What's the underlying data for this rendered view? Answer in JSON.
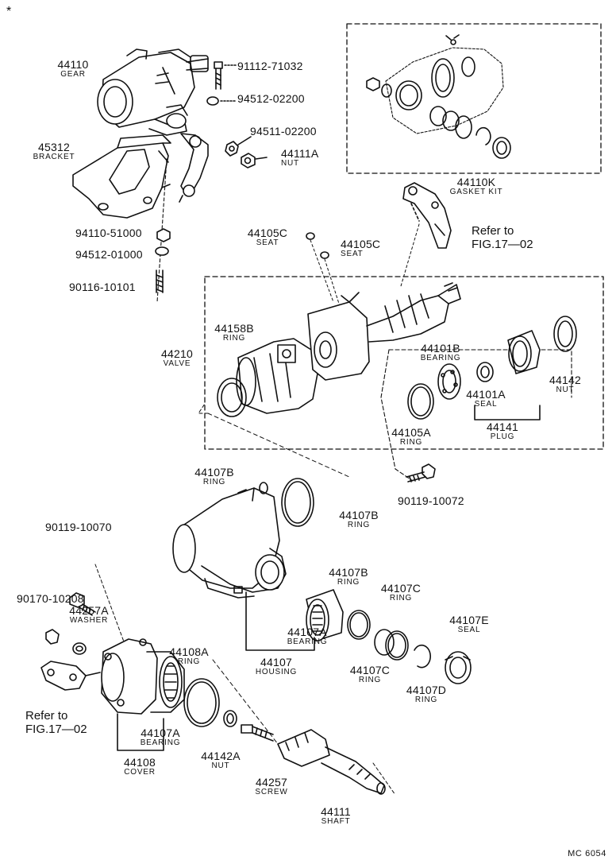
{
  "diagram": {
    "corner_mark": "*",
    "footer_code": "MC 6054",
    "labels": {
      "gear": {
        "part": "44110",
        "name": "GEAR"
      },
      "bolt_top": {
        "part": "91112-71032",
        "name": ""
      },
      "washer_top": {
        "part": "94512-02200",
        "name": ""
      },
      "nut_top": {
        "part": "94511-02200",
        "name": ""
      },
      "nut_44111a": {
        "part": "44111A",
        "name": "NUT"
      },
      "bracket": {
        "part": "45312",
        "name": "BRACKET"
      },
      "gasket_kit": {
        "part": "44110K",
        "name": "GASKET KIT"
      },
      "nut_51000": {
        "part": "94110-51000",
        "name": ""
      },
      "washer_01000": {
        "part": "94512-01000",
        "name": ""
      },
      "stud_10101": {
        "part": "90116-10101",
        "name": ""
      },
      "seat_c_left": {
        "part": "44105C",
        "name": "SEAT"
      },
      "seat_c_right": {
        "part": "44105C",
        "name": "SEAT"
      },
      "ring_44158b": {
        "part": "44158B",
        "name": "RING"
      },
      "valve": {
        "part": "44210",
        "name": "VALVE"
      },
      "bearing_44101b": {
        "part": "44101B",
        "name": "BEARING"
      },
      "seal_44101a": {
        "part": "44101A",
        "name": "SEAL"
      },
      "nut_44142": {
        "part": "44142",
        "name": "NUT"
      },
      "plug_44141": {
        "part": "44141",
        "name": "PLUG"
      },
      "ring_44105a": {
        "part": "44105A",
        "name": "RING"
      },
      "bolt_10072": {
        "part": "90119-10072",
        "name": ""
      },
      "ring_44107b_a": {
        "part": "44107B",
        "name": "RING"
      },
      "ring_44107b_b": {
        "part": "44107B",
        "name": "RING"
      },
      "bolt_10070": {
        "part": "90119-10070",
        "name": ""
      },
      "ring_44107b_c": {
        "part": "44107B",
        "name": "RING"
      },
      "ring_44107c_a": {
        "part": "44107C",
        "name": "RING"
      },
      "seal_44107e": {
        "part": "44107E",
        "name": "SEAL"
      },
      "nut_10208": {
        "part": "90170-10208",
        "name": ""
      },
      "washer_44257a": {
        "part": "44257A",
        "name": "WASHER"
      },
      "bearing_44107a_top": {
        "part": "44107A",
        "name": "BEARING"
      },
      "housing": {
        "part": "44107",
        "name": "HOUSING"
      },
      "ring_44107c_b": {
        "part": "44107C",
        "name": "RING"
      },
      "ring_44107d": {
        "part": "44107D",
        "name": "RING"
      },
      "ring_44108a": {
        "part": "44108A",
        "name": "RING"
      },
      "bearing_44107a_bottom": {
        "part": "44107A",
        "name": "BEARING"
      },
      "cover": {
        "part": "44108",
        "name": "COVER"
      },
      "nut_44142a": {
        "part": "44142A",
        "name": "NUT"
      },
      "screw": {
        "part": "44257",
        "name": "SCREW"
      },
      "shaft": {
        "part": "44111",
        "name": "SHAFT"
      }
    },
    "refs": {
      "ref_upper": {
        "line1": "Refer to",
        "line2": "FIG.17—02"
      },
      "ref_lower": {
        "line1": "Refer to",
        "line2": "FIG.17—02"
      }
    }
  }
}
